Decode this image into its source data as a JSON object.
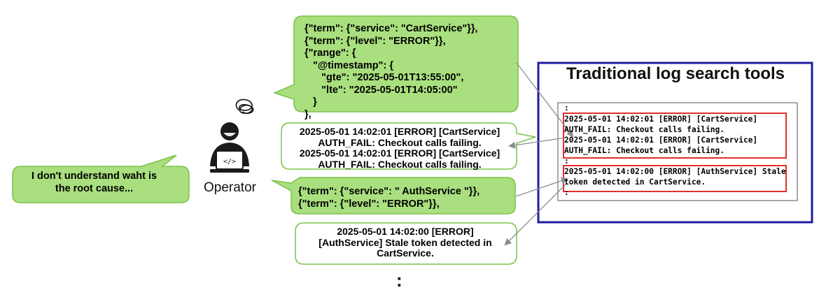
{
  "query_1": {
    "lines": [
      "{\"term\": {\"service\": \"CartService\"}},",
      "{\"term\": {\"level\": \"ERROR\"}},",
      "{\"range\": {",
      "   \"@timestamp\": {",
      "      \"gte\": \"2025-05-01T13:55:00\",",
      "      \"lte\": \"2025-05-01T14:05:00\"",
      "   }",
      "},"
    ]
  },
  "result_1": {
    "lines": [
      "2025-05-01 14:02:01 [ERROR] [CartService]",
      "AUTH_FAIL: Checkout calls failing.",
      "2025-05-01 14:02:01 [ERROR] [CartService]",
      "AUTH_FAIL: Checkout calls failing."
    ]
  },
  "query_2": {
    "lines": [
      "{\"term\": {\"service\": \" AuthService \"}},",
      "{\"term\": {\"level\": \"ERROR\"}},"
    ]
  },
  "result_2": {
    "lines": [
      "2025-05-01 14:02:00 [ERROR]",
      "[AuthService] Stale token detected in",
      "CartService."
    ]
  },
  "operator": {
    "message_lines": [
      "I don't understand waht is",
      "the root cause..."
    ],
    "label": "Operator"
  },
  "tools_panel": {
    "title": "Traditional log search tools",
    "log_lines": [
      ":",
      "2025-05-01 14:02:01 [ERROR] [CartService]",
      "AUTH_FAIL: Checkout calls failing.",
      "2025-05-01 14:02:01 [ERROR] [CartService]",
      "AUTH_FAIL: Checkout calls failing.",
      ":",
      "2025-05-01 14:02:00 [ERROR] [AuthService] Stale",
      "token detected in CartService.",
      ":"
    ]
  },
  "ellipsis": ":",
  "colors": {
    "bubble_fill": "#a9df7e",
    "bubble_stroke": "#7cc24a",
    "panel_border": "#1f1d9e",
    "highlight": "#e0302a",
    "arrow": "#8c8c8c"
  }
}
